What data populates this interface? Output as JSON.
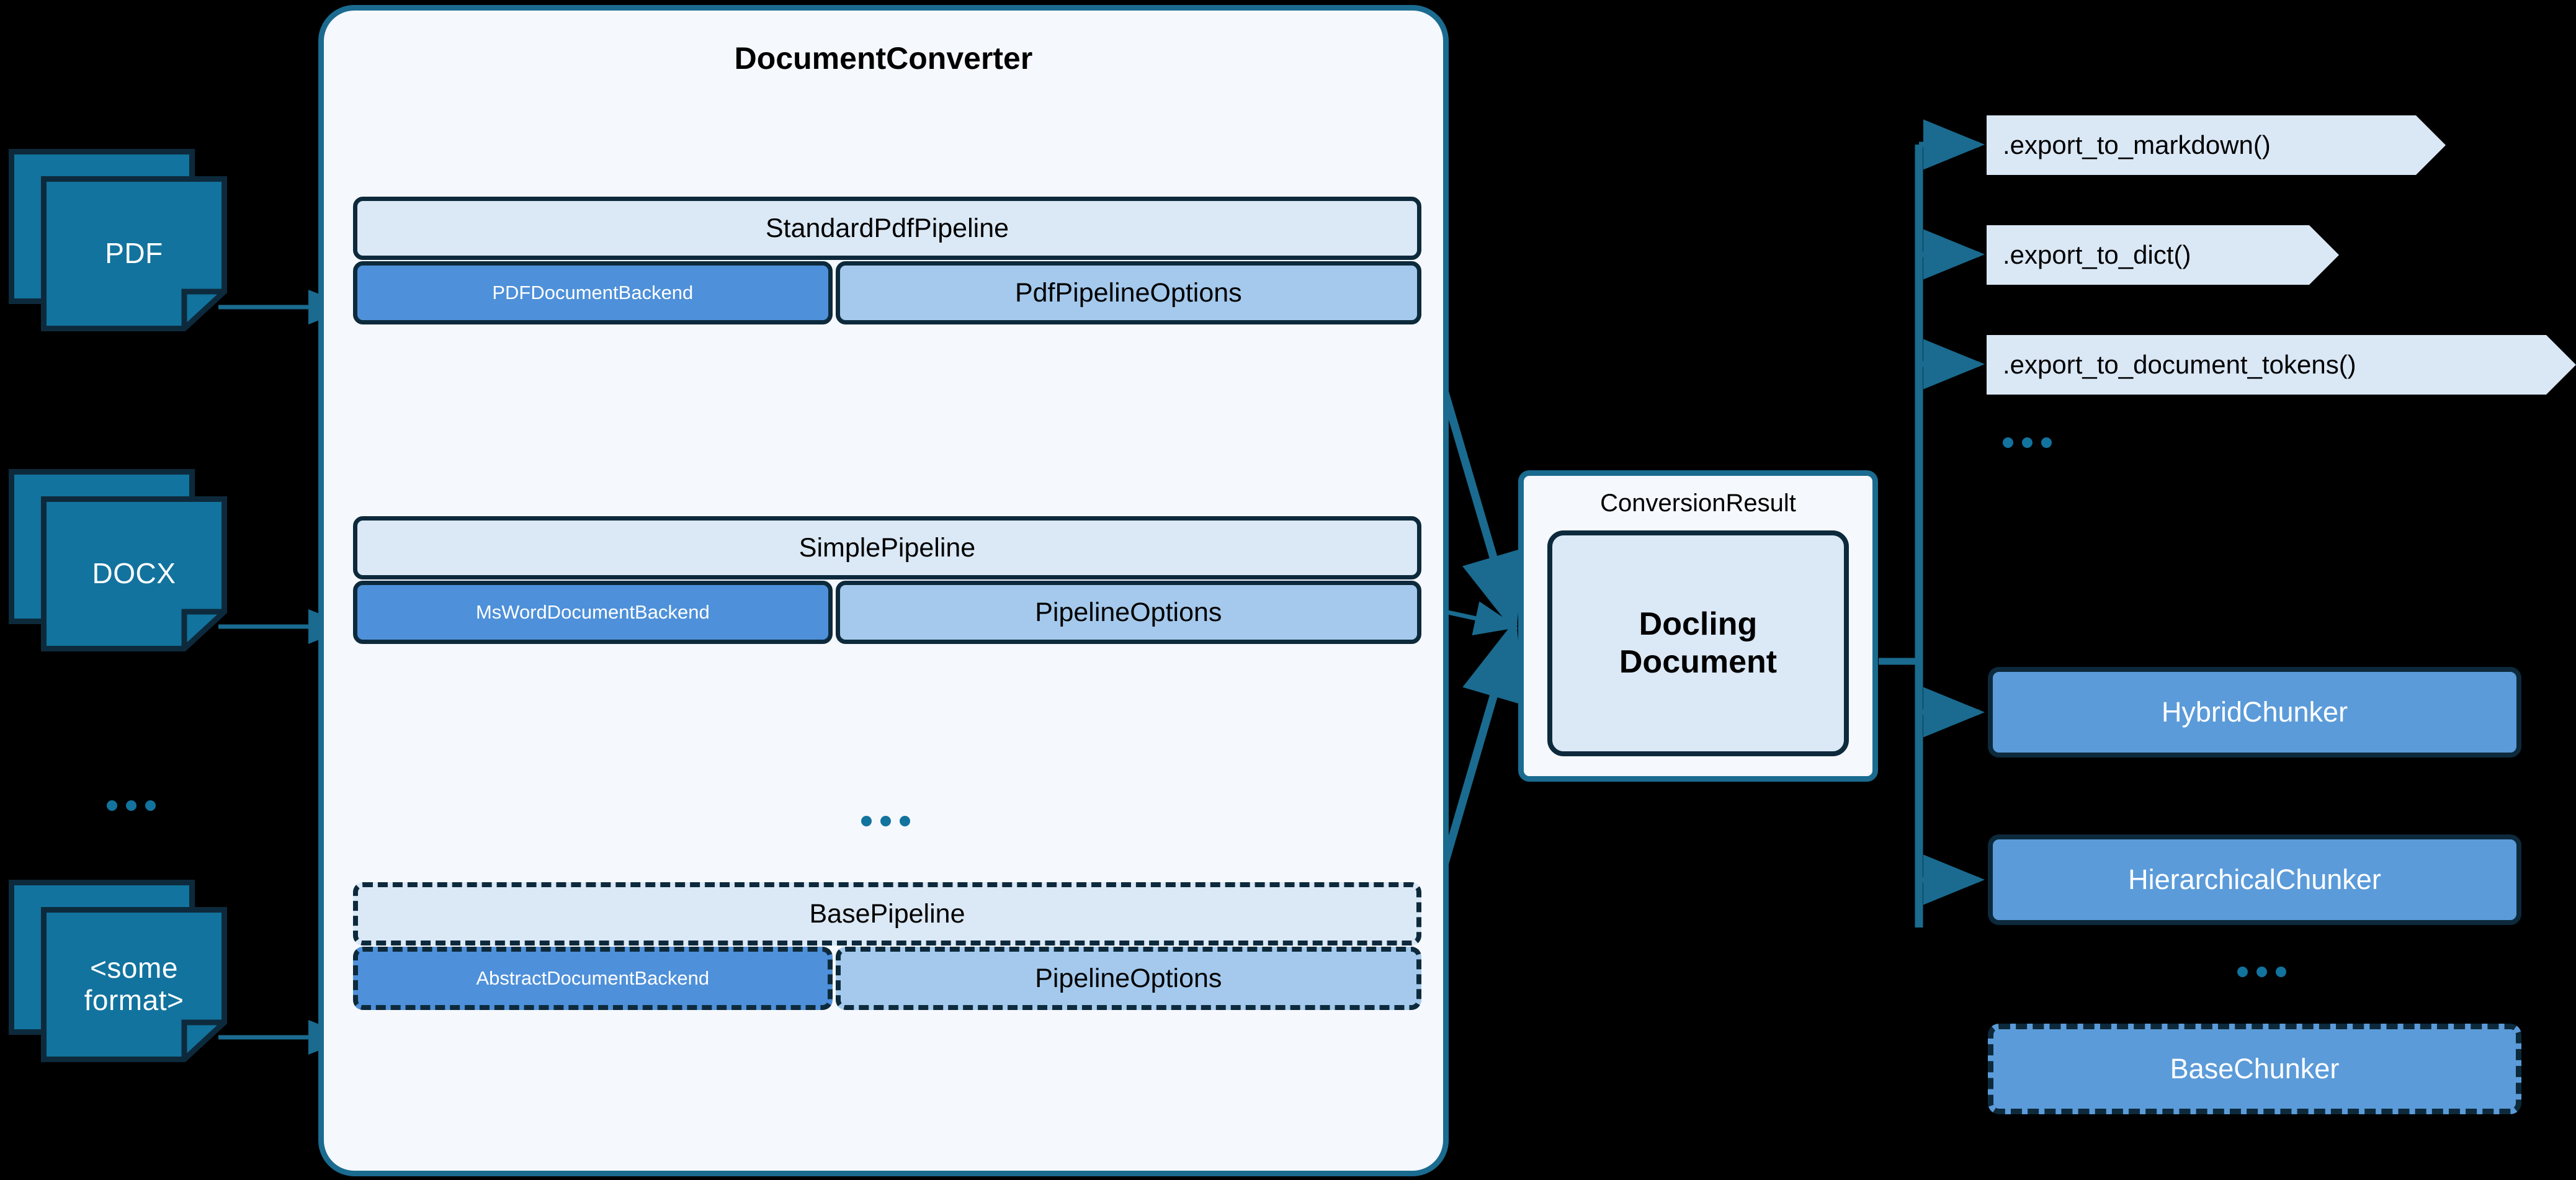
{
  "diagram": {
    "title": "Docling architecture diagram",
    "background": "#000000",
    "colors": {
      "teal": "#12739e",
      "teal_border": "#1a6b8f",
      "navy": "#0d2a3c",
      "panel_bg": "#f5f8fd",
      "pipeline_header_bg": "#dbe8f5",
      "backend_bg": "#4e90d9",
      "options_bg": "#a4c9ec",
      "chunker_bg": "#5b9bd9",
      "export_bg": "#dae7f5"
    }
  },
  "inputs": {
    "documents": [
      {
        "label": "PDF"
      },
      {
        "label": "DOCX"
      },
      {
        "label": "<some\nformat>"
      }
    ],
    "ellipsis": "..."
  },
  "converter": {
    "title": "DocumentConverter",
    "ellipsis": "...",
    "pipelines": [
      {
        "name": "StandardPdfPipeline",
        "backend": "PDFDocumentBackend",
        "options": "PdfPipelineOptions",
        "dashed": false
      },
      {
        "name": "SimplePipeline",
        "backend": "MsWordDocumentBackend",
        "options": "PipelineOptions",
        "dashed": false
      },
      {
        "name": "BasePipeline",
        "backend": "AbstractDocumentBackend",
        "options": "PipelineOptions",
        "dashed": true
      }
    ]
  },
  "result": {
    "title": "ConversionResult",
    "document_line1": "Docling",
    "document_line2": "Document"
  },
  "exports": {
    "items": [
      {
        "label": ".export_to_markdown()"
      },
      {
        "label": ".export_to_dict()"
      },
      {
        "label": ".export_to_document_tokens()"
      }
    ],
    "ellipsis": "..."
  },
  "chunkers": {
    "items": [
      {
        "label": "HybridChunker",
        "dashed": false
      },
      {
        "label": "HierarchicalChunker",
        "dashed": false
      },
      {
        "label": "BaseChunker",
        "dashed": true
      }
    ],
    "ellipsis": "..."
  }
}
